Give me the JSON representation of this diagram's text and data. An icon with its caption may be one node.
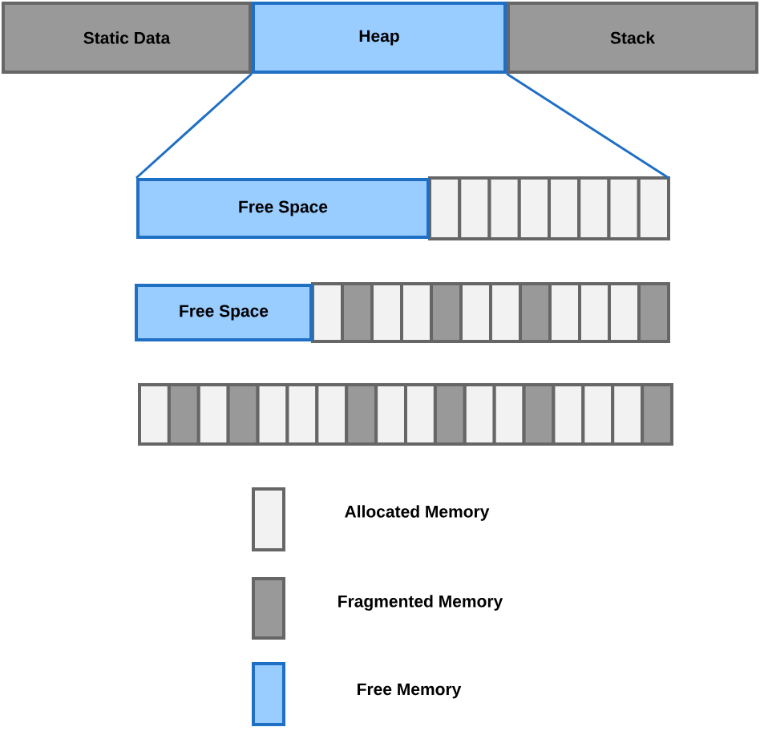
{
  "diagram": {
    "nodes": [
      {
        "text": [
          "Static Data"
        ]
      },
      {
        "text": [
          "Heap"
        ]
      },
      {
        "text": [
          "Stack"
        ]
      },
      {
        "text": [
          "Free Space"
        ]
      },
      {
        "text": [
          "Free Space"
        ]
      }
    ],
    "edges": [
      {
        "from": 1,
        "to": 3,
        "arrow": "none"
      },
      {
        "from": 1,
        "to": 3,
        "arrow": "none"
      }
    ],
    "legend": [
      {
        "text": "Allocated Memory",
        "color": "#f2f2f2"
      },
      {
        "text": "Fragmented Memory",
        "color": "#999999"
      },
      {
        "text": "Free Memory",
        "color": "#99ccff"
      }
    ]
  }
}
